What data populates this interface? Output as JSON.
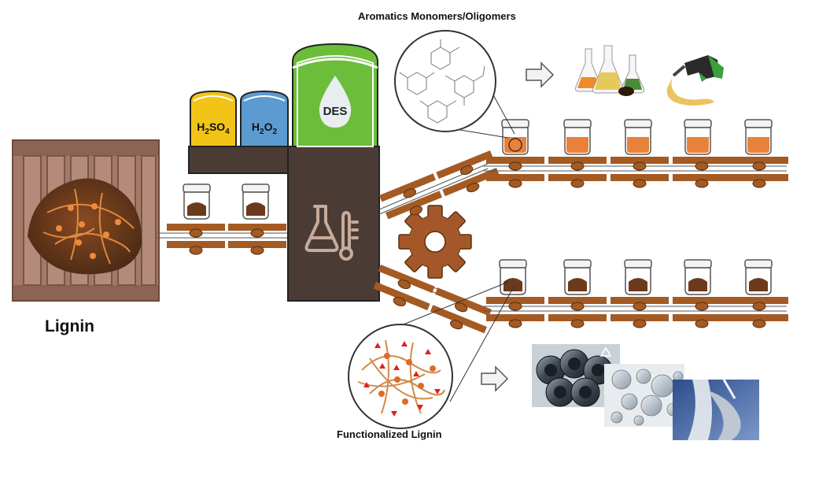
{
  "labels": {
    "top_product": "Aromatics Monomers/Oligomers",
    "bottom_product": "Functionalized Lignin",
    "feedstock": "Lignin"
  },
  "reagents": [
    {
      "formula_main": "H",
      "sub1": "2",
      "mid": "SO",
      "sub2": "4",
      "color": "#f2c418"
    },
    {
      "formula_main": "H",
      "sub1": "2",
      "mid": "O",
      "sub2": "2",
      "color": "#5b9bd1"
    },
    {
      "name": "DES",
      "color": "#6cbd3a"
    }
  ],
  "colors": {
    "belt": "#a45a23",
    "reactor": "#4a3c34",
    "crate": "#9b6f5c",
    "lignin_powder": "#6b3a1c",
    "liquid": "#e8823a",
    "gear": "#a4582a"
  },
  "icons": [
    "flask-thermometer-icon",
    "gear-icon",
    "arrow-right-icon",
    "recycle-icon",
    "fuel-nozzle-icon",
    "lab-glassware-icon"
  ]
}
